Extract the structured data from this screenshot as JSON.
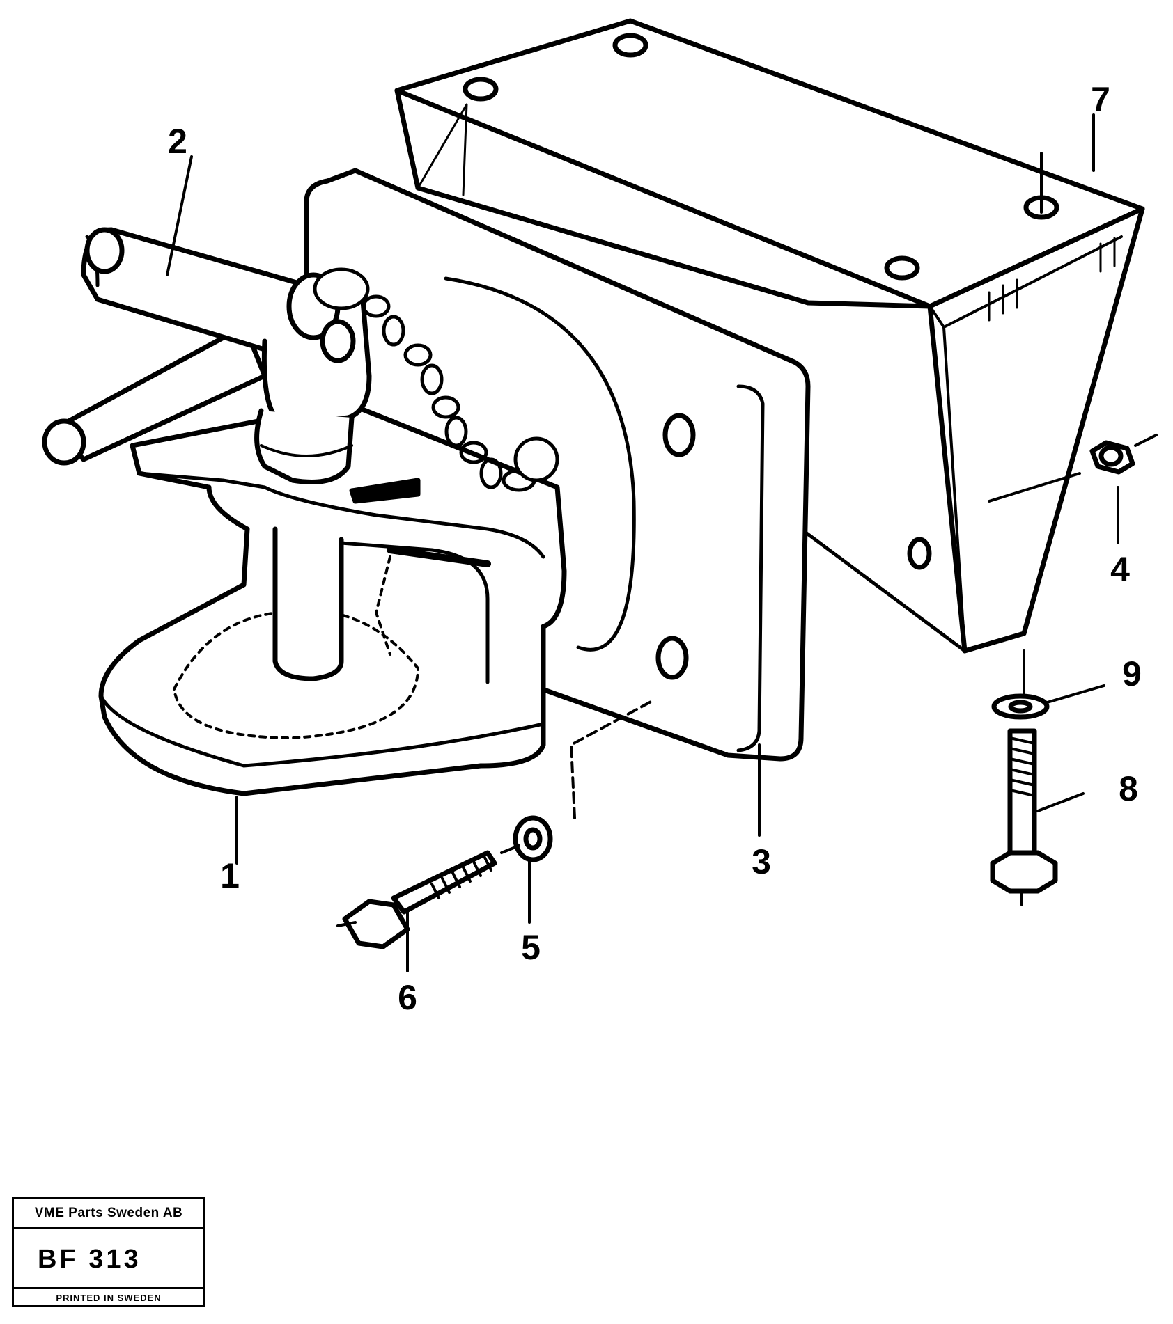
{
  "callouts": {
    "c1": "1",
    "c2": "2",
    "c3": "3",
    "c4": "4",
    "c5": "5",
    "c6": "6",
    "c7": "7",
    "c8": "8",
    "c9": "9"
  },
  "stamp": {
    "company": "VME Parts Sweden AB",
    "code": "BF 313",
    "printed": "PRINTED IN SWEDEN"
  }
}
